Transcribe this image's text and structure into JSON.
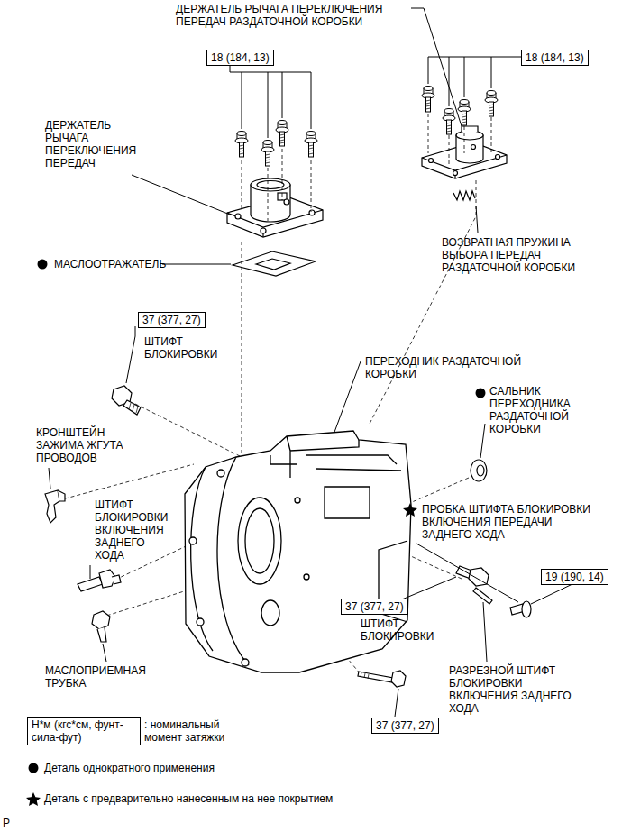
{
  "diagram": {
    "nodes": [
      {
        "text": [
          "18 (184, 13)"
        ]
      },
      {
        "text": [
          "18 (184, 13)"
        ]
      },
      {
        "text": [
          "37 (377, 27)"
        ]
      },
      {
        "text": [
          "19 (190, 14)"
        ]
      },
      {
        "text": [
          "37 (377, 27)"
        ]
      },
      {
        "text": [
          "37 (377, 27)"
        ]
      },
      {
        "text": [
          "Н*м (кгс*см, фунт-сила-фут)"
        ]
      }
    ],
    "labels": [
      "ДЕРЖАТЕЛЬ РЫЧАГА ПЕРЕКЛЮЧЕНИЯ ПЕРЕДАЧ РАЗДАТОЧНОЙ КОРОБКИ",
      "ДЕРЖАТЕЛЬ РЫЧАГА ПЕРЕКЛЮЧЕНИЯ ПЕРЕДАЧ",
      "МАСЛООТРАЖАТЕЛЬ",
      "ВОЗВРАТНАЯ ПРУЖИНА ВЫБОРА ПЕРЕДАЧ РАЗДАТОЧНОЙ КОРОБКИ",
      "ШТИФТ БЛОКИРОВКИ",
      "ПЕРЕХОДНИК РАЗДАТОЧНОЙ КОРОБКИ",
      "САЛЬНИК ПЕРЕХОДНИКА РАЗДАТОЧНОЙ КОРОБКИ",
      "КРОНШТЕЙН ЗАЖИМА ЖГУТА ПРОВОДОВ",
      "ШТИФТ БЛОКИРОВКИ ВКЛЮЧЕНИЯ ЗАДНЕГО ХОДА",
      "ПРОБКА ШТИФТА БЛОКИРОВКИ ВКЛЮЧЕНИЯ ПЕРЕДАЧИ ЗАДНЕГО ХОДА",
      "ШТИФТ БЛОКИРОВКИ",
      "МАСЛОПРИЕМНАЯ ТРУБКА",
      "РАЗРЕЗНОЙ ШТИФТ БЛОКИРОВКИ ВКЛЮЧЕНИЯ ЗАДНЕГО ХОДА",
      "P"
    ],
    "legend": [
      {
        "text": ": номинальный момент затяжки"
      },
      {
        "text": "Деталь однократного применения"
      },
      {
        "text": "Деталь с предварительно нанесенным на нее покрытием"
      }
    ]
  }
}
